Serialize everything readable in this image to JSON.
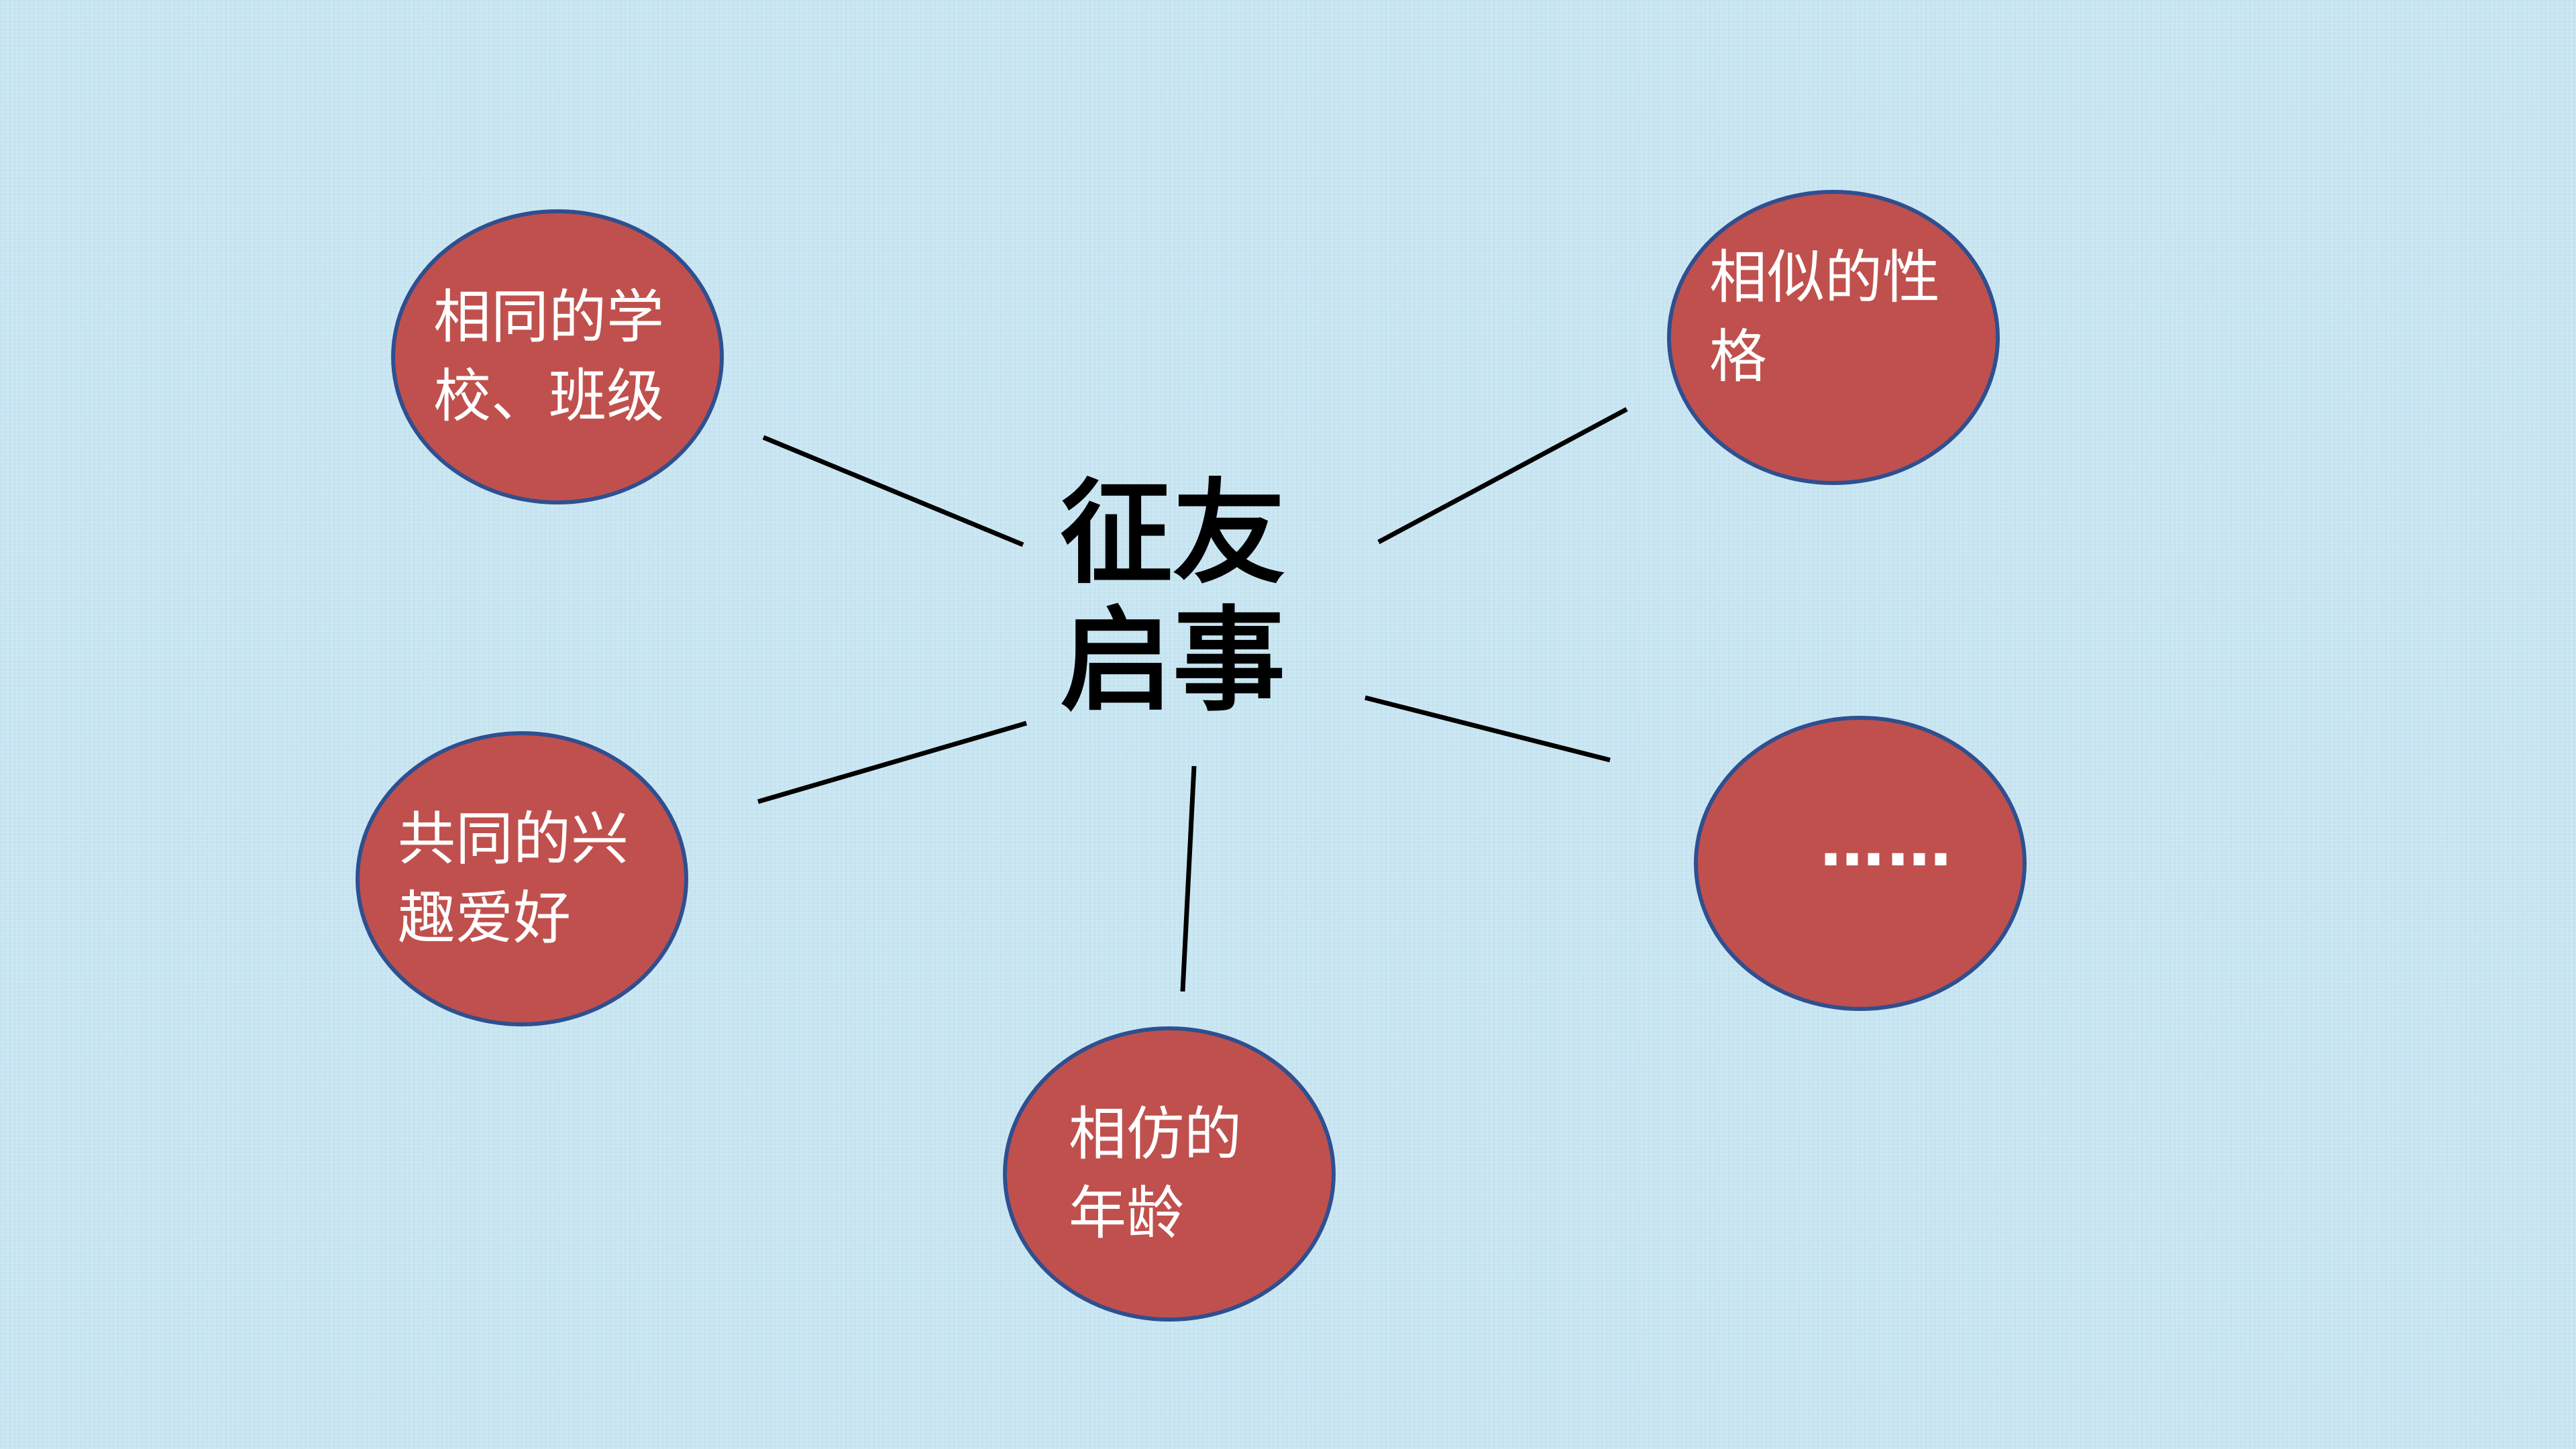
{
  "colors": {
    "background": "#c8e6f2",
    "node_fill": "#c0504d",
    "node_border": "#2f4f8f",
    "node_text": "#ffffff",
    "title_text": "#000000",
    "connector": "#000000"
  },
  "center": {
    "line1": "征友",
    "line2": "启事"
  },
  "nodes": {
    "school": {
      "label": "相同的学校、班级"
    },
    "personality": {
      "label": "相似的性格"
    },
    "hobbies": {
      "label": "共同的兴趣爱好"
    },
    "more": {
      "label": "……"
    },
    "age": {
      "label": "相仿的年龄"
    }
  }
}
